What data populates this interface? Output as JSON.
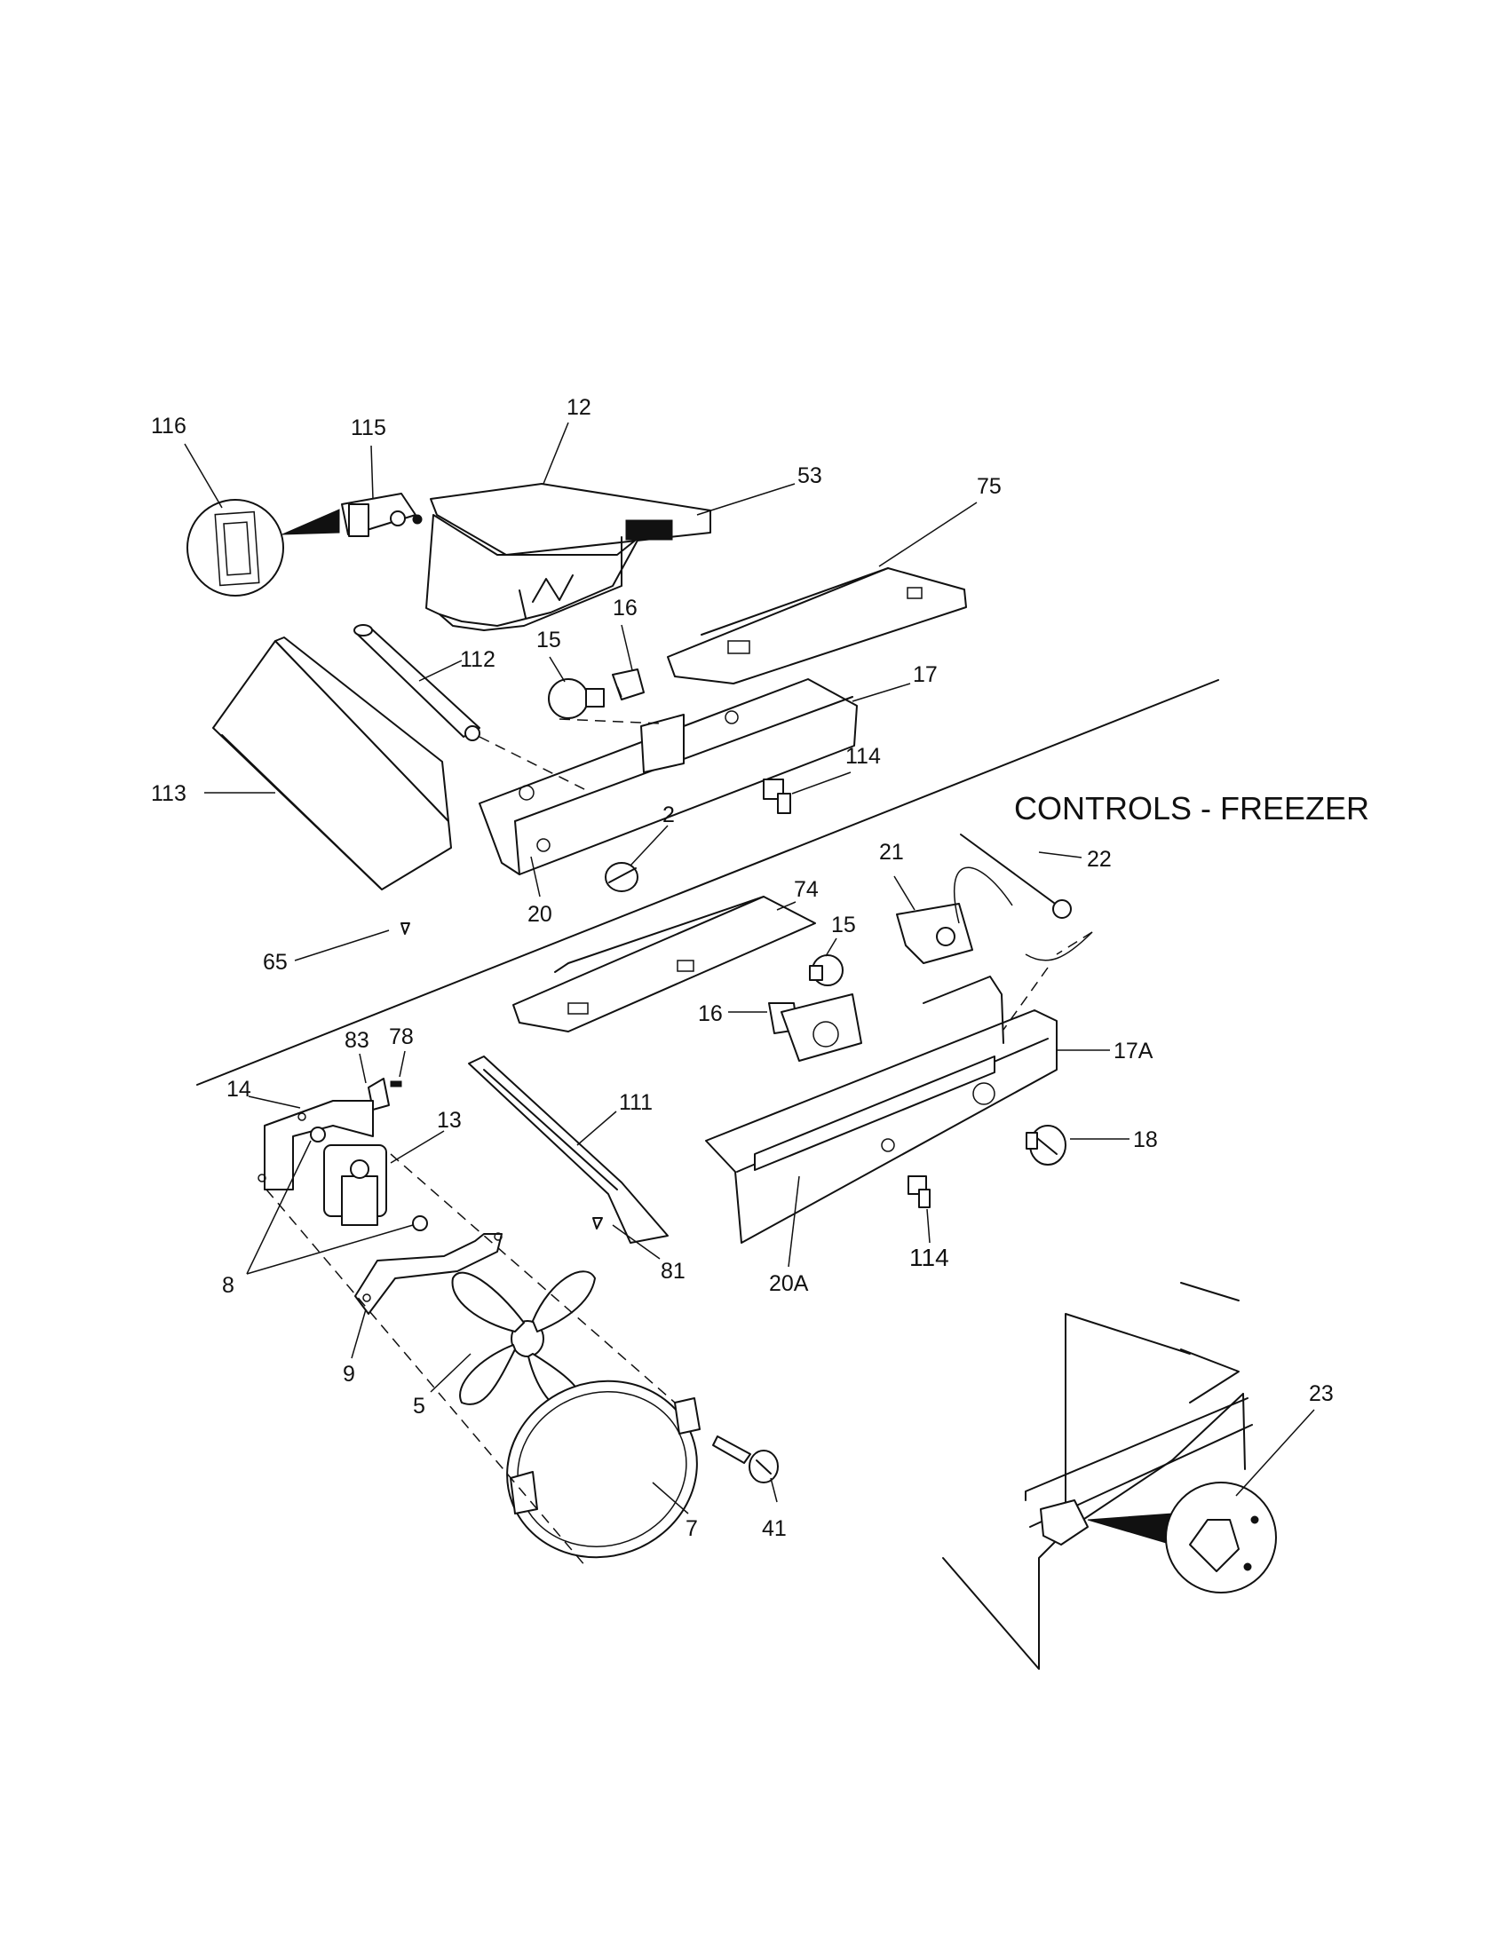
{
  "diagram": {
    "title": "CONTROLS - FREEZER",
    "callouts": [
      "116",
      "115",
      "12",
      "53",
      "75",
      "16",
      "15",
      "112",
      "17",
      "113",
      "114",
      "2",
      "20",
      "65",
      "21",
      "22",
      "74",
      "15",
      "16",
      "17A",
      "83",
      "78",
      "14",
      "13",
      "111",
      "18",
      "8",
      "81",
      "114",
      "20A",
      "9",
      "5",
      "7",
      "41",
      "23"
    ]
  }
}
